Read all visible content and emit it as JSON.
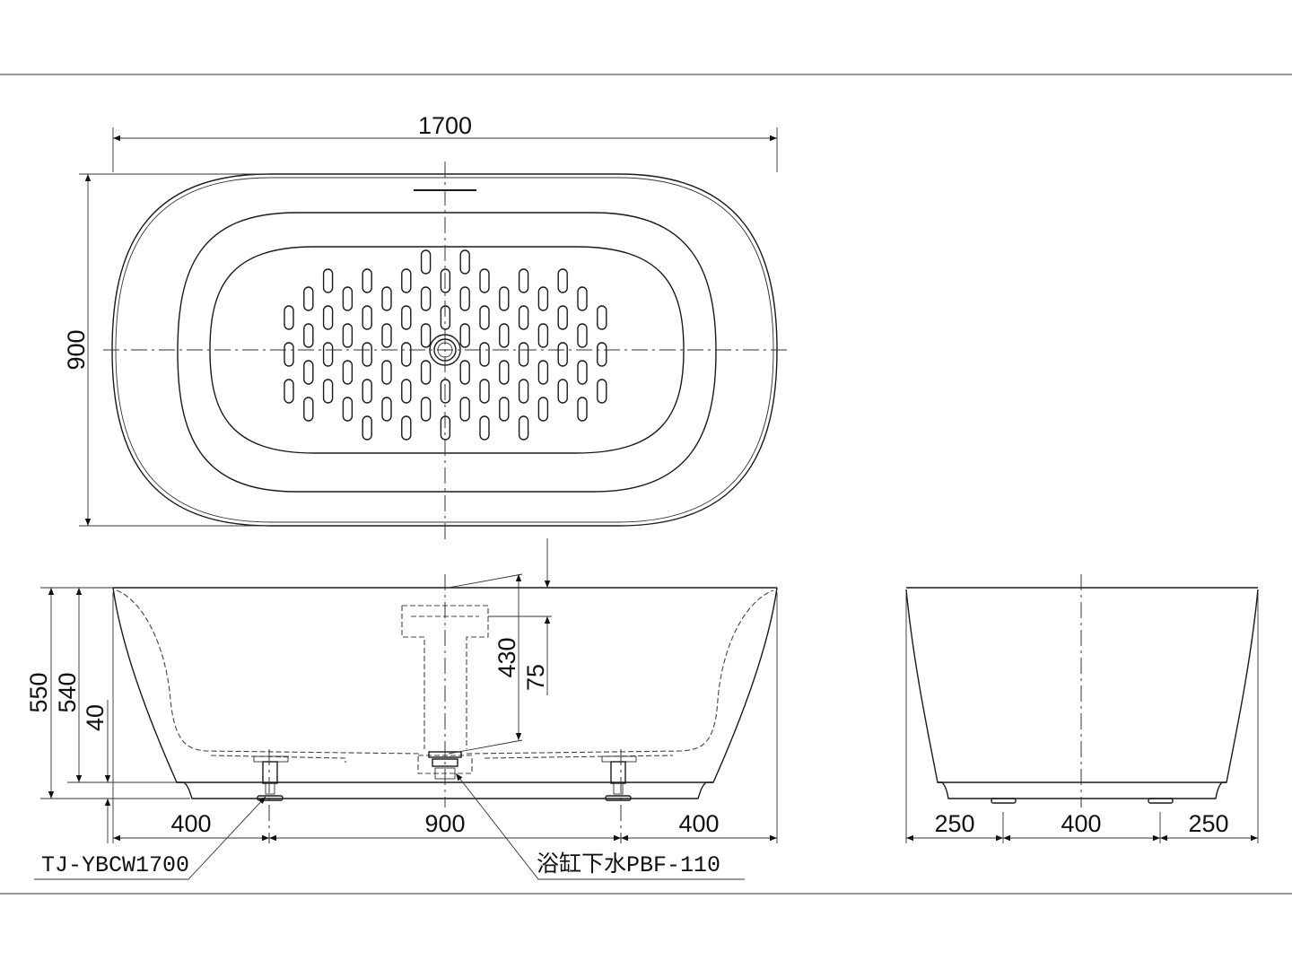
{
  "top_view": {
    "width_dim": "1700",
    "depth_dim": "900"
  },
  "side_view": {
    "height_dims": [
      "550",
      "540",
      "40"
    ],
    "drain_dims": [
      "430",
      "75"
    ],
    "base_dims": [
      "400",
      "900",
      "400"
    ],
    "leg_label": "TJ-YBCW1700",
    "drain_label": "浴缸下水PBF-110"
  },
  "end_view": {
    "base_dims": [
      "250",
      "400",
      "250"
    ]
  }
}
